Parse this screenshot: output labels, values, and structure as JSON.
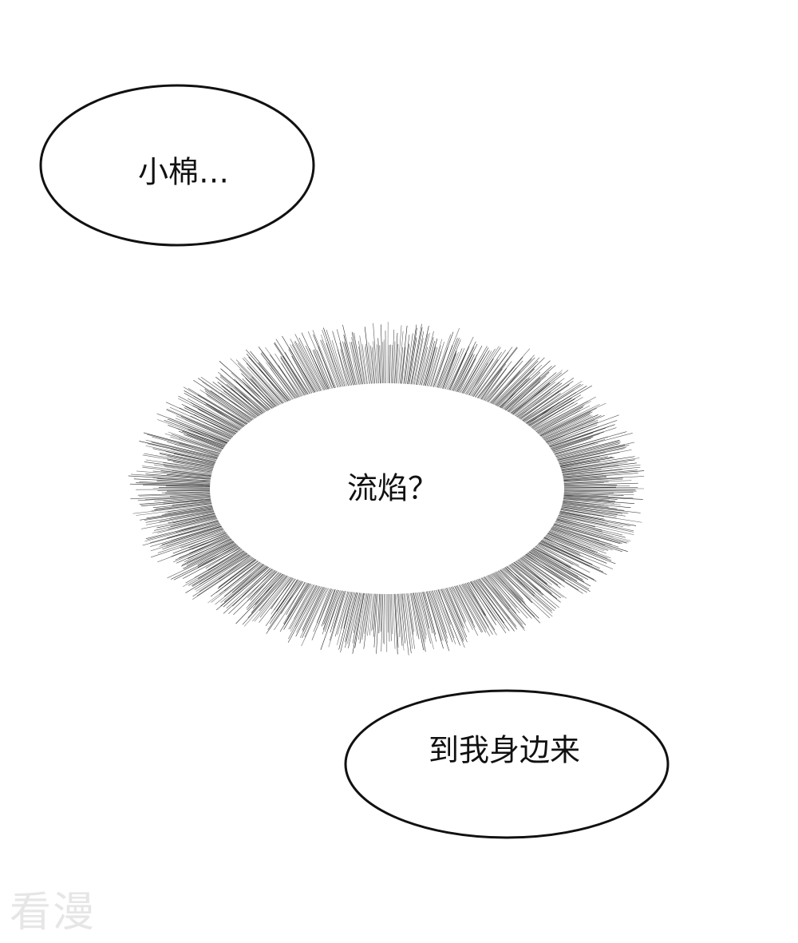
{
  "bubbles": [
    {
      "text": "小棉…"
    },
    {
      "text": "流焰？"
    },
    {
      "text": "到我身边来"
    }
  ],
  "watermark": "看漫",
  "colors": {
    "ink": "#111111",
    "background": "#ffffff",
    "watermark": "#e6e6e6"
  }
}
